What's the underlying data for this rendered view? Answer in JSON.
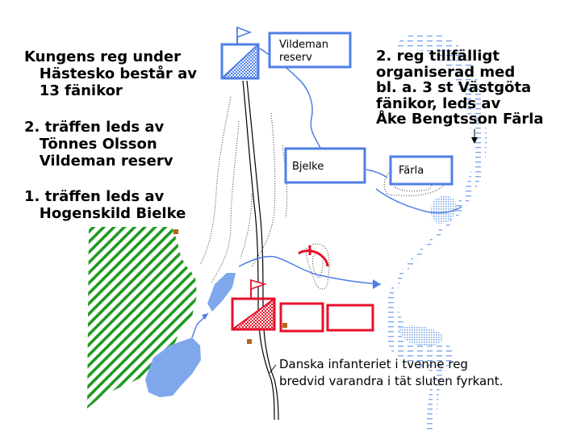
{
  "colors": {
    "water": "#7fa8ec",
    "swedish": "#4f7fe6",
    "danish": "#e8102a",
    "forest": "#1f9a1f",
    "marker": "#b5651d",
    "road": "#000000"
  },
  "notes": {
    "kungens_reg": "Kungens reg under\n   Hästesko består av\n   13 fänikor",
    "andra_traffen": "2. träffen leds av\n   Tönnes Olsson\n   Vildeman reserv",
    "forsta_traffen": "1. träffen leds av\n   Hogenskild Bielke",
    "andra_reg": "2. reg tillfälligt\norganiserad med\nbl. a. 3 st Västgöta\nfänikor, leds av\nÅke Bengtsson Färla",
    "danska_infanteriet": "Danska infanteriet i tvenne reg\nbredvid varandra i tät sluten fyrkant."
  },
  "units": {
    "vildeman_reserv": "Vildeman\nreserv",
    "bjelke": "Bjelke",
    "farla": "Färla"
  },
  "icons": {
    "swedish_flag": "pennant-flag-icon",
    "danish_flag": "pennant-flag-icon",
    "marker": "square-marker-icon"
  }
}
